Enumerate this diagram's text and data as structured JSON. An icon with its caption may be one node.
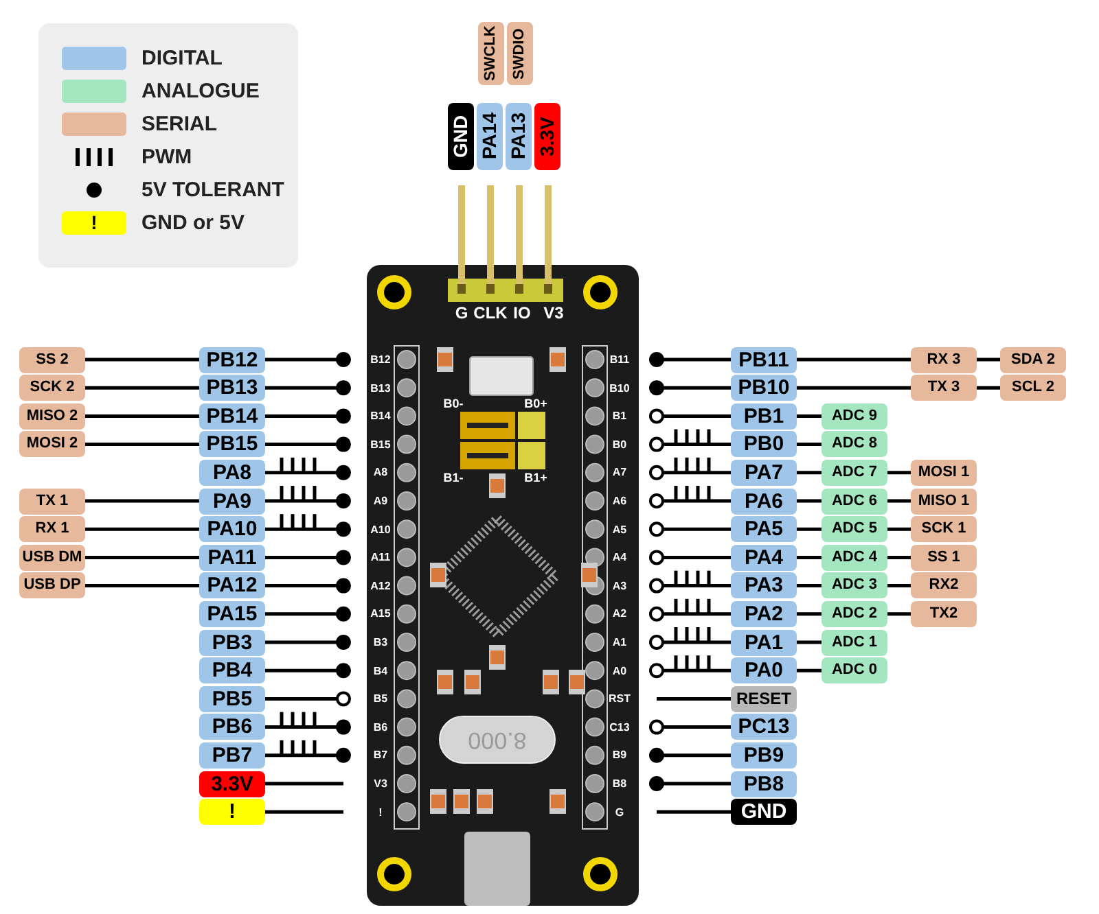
{
  "diagram": {
    "nodes": [
      {
        "text": [
          "SWCLK"
        ]
      },
      {
        "text": [
          "SWDIO"
        ]
      },
      {
        "text": [
          "GND"
        ]
      },
      {
        "text": [
          "PA14"
        ]
      },
      {
        "text": [
          "PA13"
        ]
      },
      {
        "text": [
          "3.3V"
        ]
      },
      {
        "text": [
          "SS 2"
        ]
      },
      {
        "text": [
          "PB12"
        ]
      },
      {
        "text": [
          "SCK 2"
        ]
      },
      {
        "text": [
          "PB13"
        ]
      },
      {
        "text": [
          "MISO 2"
        ]
      },
      {
        "text": [
          "PB14"
        ]
      },
      {
        "text": [
          "MOSI 2"
        ]
      },
      {
        "text": [
          "PB15"
        ]
      },
      {
        "text": [
          "PA8"
        ]
      },
      {
        "text": [
          "TX 1"
        ]
      },
      {
        "text": [
          "PA9"
        ]
      },
      {
        "text": [
          "RX 1"
        ]
      },
      {
        "text": [
          "PA10"
        ]
      },
      {
        "text": [
          "USB DM"
        ]
      },
      {
        "text": [
          "PA11"
        ]
      },
      {
        "text": [
          "USB DP"
        ]
      },
      {
        "text": [
          "PA12"
        ]
      },
      {
        "text": [
          "PA15"
        ]
      },
      {
        "text": [
          "PB3"
        ]
      },
      {
        "text": [
          "PB4"
        ]
      },
      {
        "text": [
          "PB5"
        ]
      },
      {
        "text": [
          "PB6"
        ]
      },
      {
        "text": [
          "PB7"
        ]
      },
      {
        "text": [
          "3.3V"
        ]
      },
      {
        "text": [
          "!"
        ]
      },
      {
        "text": [
          "PB11"
        ]
      },
      {
        "text": [
          "RX 3"
        ]
      },
      {
        "text": [
          "SDA 2"
        ]
      },
      {
        "text": [
          "PB10"
        ]
      },
      {
        "text": [
          "TX 3"
        ]
      },
      {
        "text": [
          "SCL 2"
        ]
      },
      {
        "text": [
          "PB1"
        ]
      },
      {
        "text": [
          "ADC 9"
        ]
      },
      {
        "text": [
          "PB0"
        ]
      },
      {
        "text": [
          "ADC 8"
        ]
      },
      {
        "text": [
          "PA7"
        ]
      },
      {
        "text": [
          "ADC 7"
        ]
      },
      {
        "text": [
          "MOSI 1"
        ]
      },
      {
        "text": [
          "PA6"
        ]
      },
      {
        "text": [
          "ADC 6"
        ]
      },
      {
        "text": [
          "MISO 1"
        ]
      },
      {
        "text": [
          "PA5"
        ]
      },
      {
        "text": [
          "ADC 5"
        ]
      },
      {
        "text": [
          "SCK 1"
        ]
      },
      {
        "text": [
          "PA4"
        ]
      },
      {
        "text": [
          "ADC 4"
        ]
      },
      {
        "text": [
          "SS 1"
        ]
      },
      {
        "text": [
          "PA3"
        ]
      },
      {
        "text": [
          "ADC 3"
        ]
      },
      {
        "text": [
          "RX2"
        ]
      },
      {
        "text": [
          "PA2"
        ]
      },
      {
        "text": [
          "ADC 2"
        ]
      },
      {
        "text": [
          "TX2"
        ]
      },
      {
        "text": [
          "PA1"
        ]
      },
      {
        "text": [
          "ADC 1"
        ]
      },
      {
        "text": [
          "PA0"
        ]
      },
      {
        "text": [
          "ADC 0"
        ]
      },
      {
        "text": [
          "RESET"
        ]
      },
      {
        "text": [
          "PC13"
        ]
      },
      {
        "text": [
          "PB9"
        ]
      },
      {
        "text": [
          "PB8"
        ]
      },
      {
        "text": [
          "GND"
        ]
      }
    ],
    "edges": [
      {
        "from": 6,
        "to": 7,
        "arrow": "none"
      },
      {
        "from": 8,
        "to": 9,
        "arrow": "none"
      },
      {
        "from": 10,
        "to": 11,
        "arrow": "none"
      },
      {
        "from": 12,
        "to": 13,
        "arrow": "none"
      },
      {
        "from": 15,
        "to": 16,
        "arrow": "none"
      },
      {
        "from": 17,
        "to": 18,
        "arrow": "none"
      },
      {
        "from": 19,
        "to": 20,
        "arrow": "none"
      },
      {
        "from": 21,
        "to": 22,
        "arrow": "none"
      },
      {
        "from": 31,
        "to": 32,
        "arrow": "none"
      },
      {
        "from": 32,
        "to": 33,
        "arrow": "none"
      },
      {
        "from": 34,
        "to": 35,
        "arrow": "none"
      },
      {
        "from": 35,
        "to": 36,
        "arrow": "none"
      },
      {
        "from": 37,
        "to": 38,
        "arrow": "none"
      },
      {
        "from": 39,
        "to": 40,
        "arrow": "none"
      },
      {
        "from": 41,
        "to": 42,
        "arrow": "none"
      },
      {
        "from": 42,
        "to": 43,
        "arrow": "none"
      },
      {
        "from": 44,
        "to": 45,
        "arrow": "none"
      },
      {
        "from": 45,
        "to": 46,
        "arrow": "none"
      },
      {
        "from": 47,
        "to": 48,
        "arrow": "none"
      },
      {
        "from": 48,
        "to": 49,
        "arrow": "none"
      },
      {
        "from": 50,
        "to": 51,
        "arrow": "none"
      },
      {
        "from": 51,
        "to": 52,
        "arrow": "none"
      },
      {
        "from": 53,
        "to": 54,
        "arrow": "none"
      },
      {
        "from": 54,
        "to": 55,
        "arrow": "none"
      },
      {
        "from": 56,
        "to": 57,
        "arrow": "none"
      },
      {
        "from": 57,
        "to": 58,
        "arrow": "none"
      },
      {
        "from": 59,
        "to": 60,
        "arrow": "none"
      },
      {
        "from": 61,
        "to": 62,
        "arrow": "none"
      }
    ],
    "labels": [
      "!",
      "G",
      "CLK",
      "IO",
      "V3",
      "B12",
      "B13",
      "B14",
      "B15",
      "A8",
      "A9",
      "A10",
      "A11",
      "A12",
      "A15",
      "B3",
      "B4",
      "B5",
      "B6",
      "B7",
      "V3",
      "!",
      "B11",
      "B10",
      "B1",
      "B0",
      "A7",
      "A6",
      "A5",
      "A4",
      "A3",
      "A2",
      "A1",
      "A0",
      "RST",
      "C13",
      "B9",
      "B8",
      "G",
      "B0-",
      "B0+",
      "B1-",
      "B1+",
      "8.000"
    ],
    "legend": [
      {
        "text": "DIGITAL",
        "color": "#9fc5e8"
      },
      {
        "text": "ANALOGUE",
        "color": "#a3e6bf"
      },
      {
        "text": "SERIAL",
        "color": "#e6b89c"
      },
      {
        "text": "PWM"
      },
      {
        "text": "5V TOLERANT"
      },
      {
        "text": "GND or 5V",
        "color": "#ffff00"
      }
    ]
  }
}
